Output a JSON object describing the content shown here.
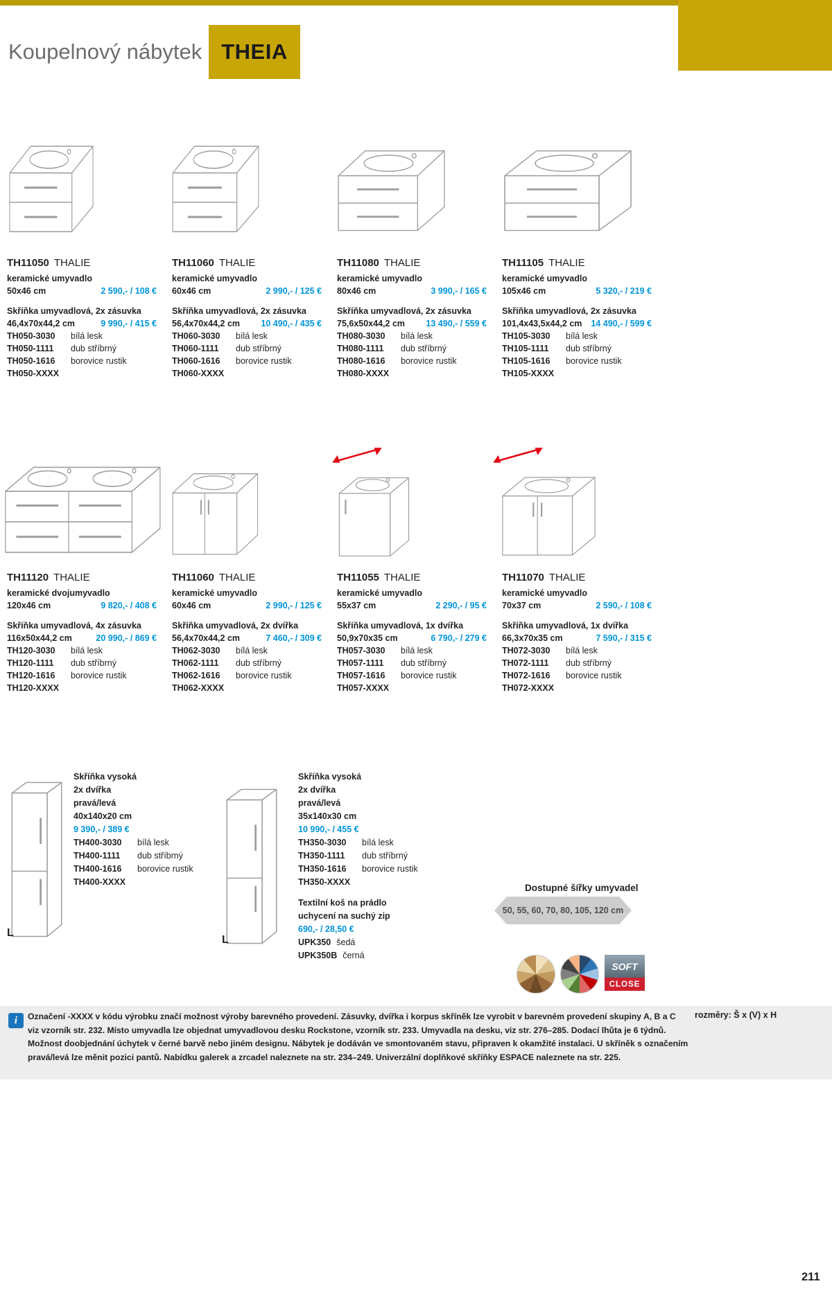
{
  "header": {
    "title_gray": "Koupelnový nábytek",
    "title_brand": "THEIA"
  },
  "colors": {
    "accent_gold": "#C7A606",
    "price_blue": "#0095DA",
    "arrow_red": "#E30613",
    "footer_gray": "#EDEDED"
  },
  "products": [
    {
      "code": "TH11050",
      "name": "THALIE",
      "type_label": "keramické umyvadlo",
      "sink_size": "50x46 cm",
      "sink_price": "2 590,- / 108 €",
      "cab_label": "Skříňka umyvadlová, 2x zásuvka",
      "cab_size": "46,4x70x44,2 cm",
      "cab_price": "9 990,- / 415 €",
      "variants": [
        {
          "code": "TH050-3030",
          "label": "bílá lesk"
        },
        {
          "code": "TH050-1111",
          "label": "dub stříbrný"
        },
        {
          "code": "TH050-1616",
          "label": "borovice rustik"
        },
        {
          "code": "TH050-XXXX",
          "label": ""
        }
      ]
    },
    {
      "code": "TH11060",
      "name": "THALIE",
      "type_label": "keramické umyvadlo",
      "sink_size": "60x46 cm",
      "sink_price": "2 990,- / 125 €",
      "cab_label": "Skříňka umyvadlová, 2x zásuvka",
      "cab_size": "56,4x70x44,2 cm",
      "cab_price": "10 490,- / 435 €",
      "variants": [
        {
          "code": "TH060-3030",
          "label": "bílá lesk"
        },
        {
          "code": "TH060-1111",
          "label": "dub stříbrný"
        },
        {
          "code": "TH060-1616",
          "label": "borovice rustik"
        },
        {
          "code": "TH060-XXXX",
          "label": ""
        }
      ]
    },
    {
      "code": "TH11080",
      "name": "THALIE",
      "type_label": "keramické umyvadlo",
      "sink_size": "80x46 cm",
      "sink_price": "3 990,- / 165 €",
      "cab_label": "Skříňka umyvadlová, 2x zásuvka",
      "cab_size": "75,6x50x44,2 cm",
      "cab_price": "13 490,- / 559 €",
      "variants": [
        {
          "code": "TH080-3030",
          "label": "bílá lesk"
        },
        {
          "code": "TH080-1111",
          "label": "dub stříbrný"
        },
        {
          "code": "TH080-1616",
          "label": "borovice rustik"
        },
        {
          "code": "TH080-XXXX",
          "label": ""
        }
      ]
    },
    {
      "code": "TH11105",
      "name": "THALIE",
      "type_label": "keramické umyvadlo",
      "sink_size": "105x46 cm",
      "sink_price": "5 320,- / 219 €",
      "cab_label": "Skříňka umyvadlová, 2x zásuvka",
      "cab_size": "101,4x43,5x44,2 cm",
      "cab_price": "14 490,- / 599 €",
      "variants": [
        {
          "code": "TH105-3030",
          "label": "bílá lesk"
        },
        {
          "code": "TH105-1111",
          "label": "dub stříbrný"
        },
        {
          "code": "TH105-1616",
          "label": "borovice rustik"
        },
        {
          "code": "TH105-XXXX",
          "label": ""
        }
      ]
    },
    {
      "code": "TH11120",
      "name": "THALIE",
      "type_label": "keramické dvojumyvadlo",
      "sink_size": "120x46 cm",
      "sink_price": "9 820,- / 408 €",
      "cab_label": "Skříňka umyvadlová, 4x zásuvka",
      "cab_size": "116x50x44,2 cm",
      "cab_price": "20 990,- / 869 €",
      "variants": [
        {
          "code": "TH120-3030",
          "label": "bílá lesk"
        },
        {
          "code": "TH120-1111",
          "label": "dub stříbrný"
        },
        {
          "code": "TH120-1616",
          "label": "borovice rustik"
        },
        {
          "code": "TH120-XXXX",
          "label": ""
        }
      ]
    },
    {
      "code": "TH11060",
      "name": "THALIE",
      "type_label": "keramické umyvadlo",
      "sink_size": "60x46 cm",
      "sink_price": "2 990,- / 125 €",
      "cab_label": "Skříňka umyvadlová, 2x dvířka",
      "cab_size": "56,4x70x44,2 cm",
      "cab_price": "7 460,- / 309 €",
      "variants": [
        {
          "code": "TH062-3030",
          "label": "bílá lesk"
        },
        {
          "code": "TH062-1111",
          "label": "dub stříbrný"
        },
        {
          "code": "TH062-1616",
          "label": "borovice rustik"
        },
        {
          "code": "TH062-XXXX",
          "label": ""
        }
      ]
    },
    {
      "code": "TH11055",
      "name": "THALIE",
      "type_label": "keramické umyvadlo",
      "sink_size": "55x37 cm",
      "sink_price": "2 290,- / 95 €",
      "cab_label": "Skříňka umyvadlová, 1x dvířka",
      "cab_size": "50,9x70x35 cm",
      "cab_price": "6 790,- / 279 €",
      "variants": [
        {
          "code": "TH057-3030",
          "label": "bílá lesk"
        },
        {
          "code": "TH057-1111",
          "label": "dub stříbrný"
        },
        {
          "code": "TH057-1616",
          "label": "borovice rustik"
        },
        {
          "code": "TH057-XXXX",
          "label": ""
        }
      ]
    },
    {
      "code": "TH11070",
      "name": "THALIE",
      "type_label": "keramické umyvadlo",
      "sink_size": "70x37 cm",
      "sink_price": "2 590,- / 108 €",
      "cab_label": "Skříňka umyvadlová, 1x dvířka",
      "cab_size": "66,3x70x35 cm",
      "cab_price": "7 590,- / 315 €",
      "variants": [
        {
          "code": "TH072-3030",
          "label": "bílá lesk"
        },
        {
          "code": "TH072-1111",
          "label": "dub stříbrný"
        },
        {
          "code": "TH072-1616",
          "label": "borovice rustik"
        },
        {
          "code": "TH072-XXXX",
          "label": ""
        }
      ]
    }
  ],
  "tall": [
    {
      "title": "Skříňka vysoká",
      "doors": "2x dvířka",
      "side": "pravá/levá",
      "size": "40x140x20 cm",
      "price": "9 390,- / 389 €",
      "side_letter": "L",
      "variants": [
        {
          "code": "TH400-3030",
          "label": "bílá lesk"
        },
        {
          "code": "TH400-1111",
          "label": "dub stříbrný"
        },
        {
          "code": "TH400-1616",
          "label": "borovice rustik"
        },
        {
          "code": "TH400-XXXX",
          "label": ""
        }
      ]
    },
    {
      "title": "Skříňka vysoká",
      "doors": "2x dvířka",
      "side": "pravá/levá",
      "size": "35x140x30 cm",
      "price": "10 990,- / 455 €",
      "side_letter": "L",
      "variants": [
        {
          "code": "TH350-3030",
          "label": "bílá lesk"
        },
        {
          "code": "TH350-1111",
          "label": "dub stříbrný"
        },
        {
          "code": "TH350-1616",
          "label": "borovice rustik"
        },
        {
          "code": "TH350-XXXX",
          "label": ""
        }
      ],
      "basket": {
        "title": "Textilní koš na prádlo",
        "desc": "uchycení na suchý zip",
        "price": "690,- / 28,50 €",
        "items": [
          {
            "code": "UPK350",
            "label": "šedá"
          },
          {
            "code": "UPK350B",
            "label": "černá"
          }
        ]
      }
    }
  ],
  "widths": {
    "title": "Dostupné šířky umyvadel",
    "values": "50, 55, 60, 70, 80, 105, 120 cm"
  },
  "softclose": {
    "top": "SOFT",
    "bottom": "CLOSE"
  },
  "footer": {
    "info_glyph": "i",
    "lines": [
      "Označení -XXXX v kódu výrobku značí možnost výroby barevného provedení. Zásuvky, dvířka i korpus skříněk lze vyrobit v barevném provedení skupiny A, B a C",
      "viz vzorník str. 232. Místo umyvadla lze objednat umyvadlovou desku Rockstone, vzorník str. 233. Umyvadla na desku, viz str. 276–285. Dodací lhůta je 6 týdnů.",
      "Možnost doobjednání úchytek v černé barvě nebo jiném designu. Nábytek je dodáván ve smontovaném stavu, připraven k okamžité instalaci. U skříněk s označením",
      "pravá/levá lze měnit pozici pantů. Nabídku galerek a zrcadel naleznete na str. 234–249. Univerzální doplňkové skříňky ESPACE naleznete na str. 225."
    ],
    "dims": "rozměry: Š x (V) x H"
  },
  "page": {
    "number": "211"
  }
}
